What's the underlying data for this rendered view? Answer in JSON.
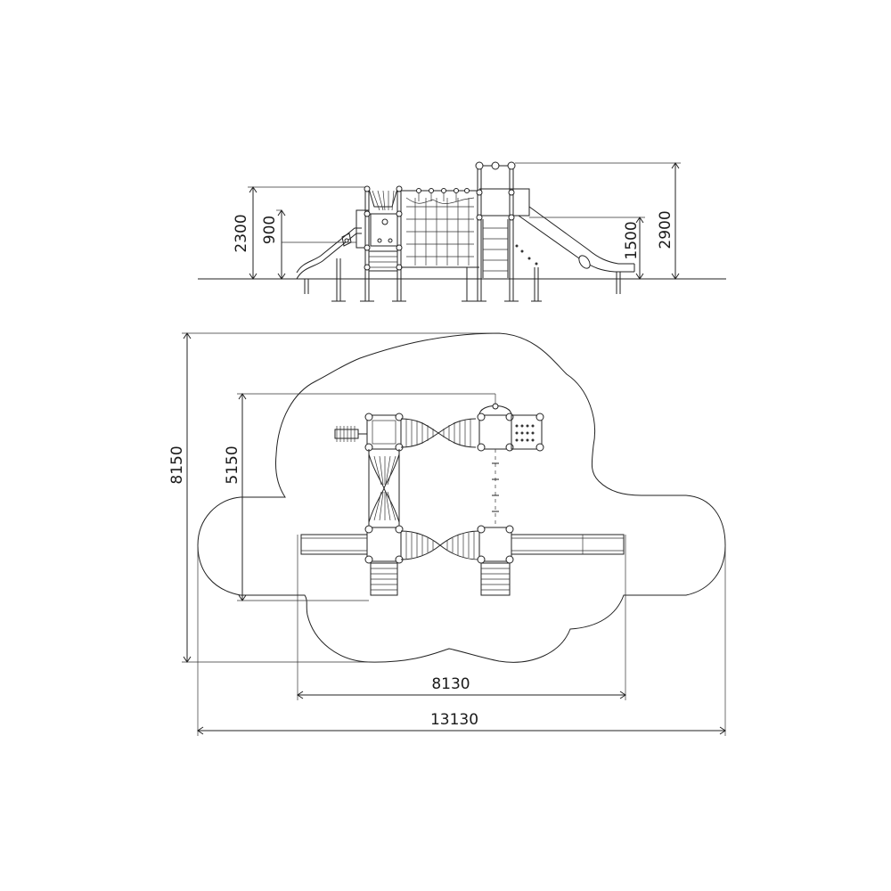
{
  "elevation": {
    "dims": {
      "total_height": "2300",
      "slide_platform_height": "900",
      "deck_height": "1500",
      "max_height": "2900"
    }
  },
  "plan": {
    "dims": {
      "area_depth": "8150",
      "structure_depth": "5150",
      "structure_width": "8130",
      "area_width": "13130"
    }
  }
}
